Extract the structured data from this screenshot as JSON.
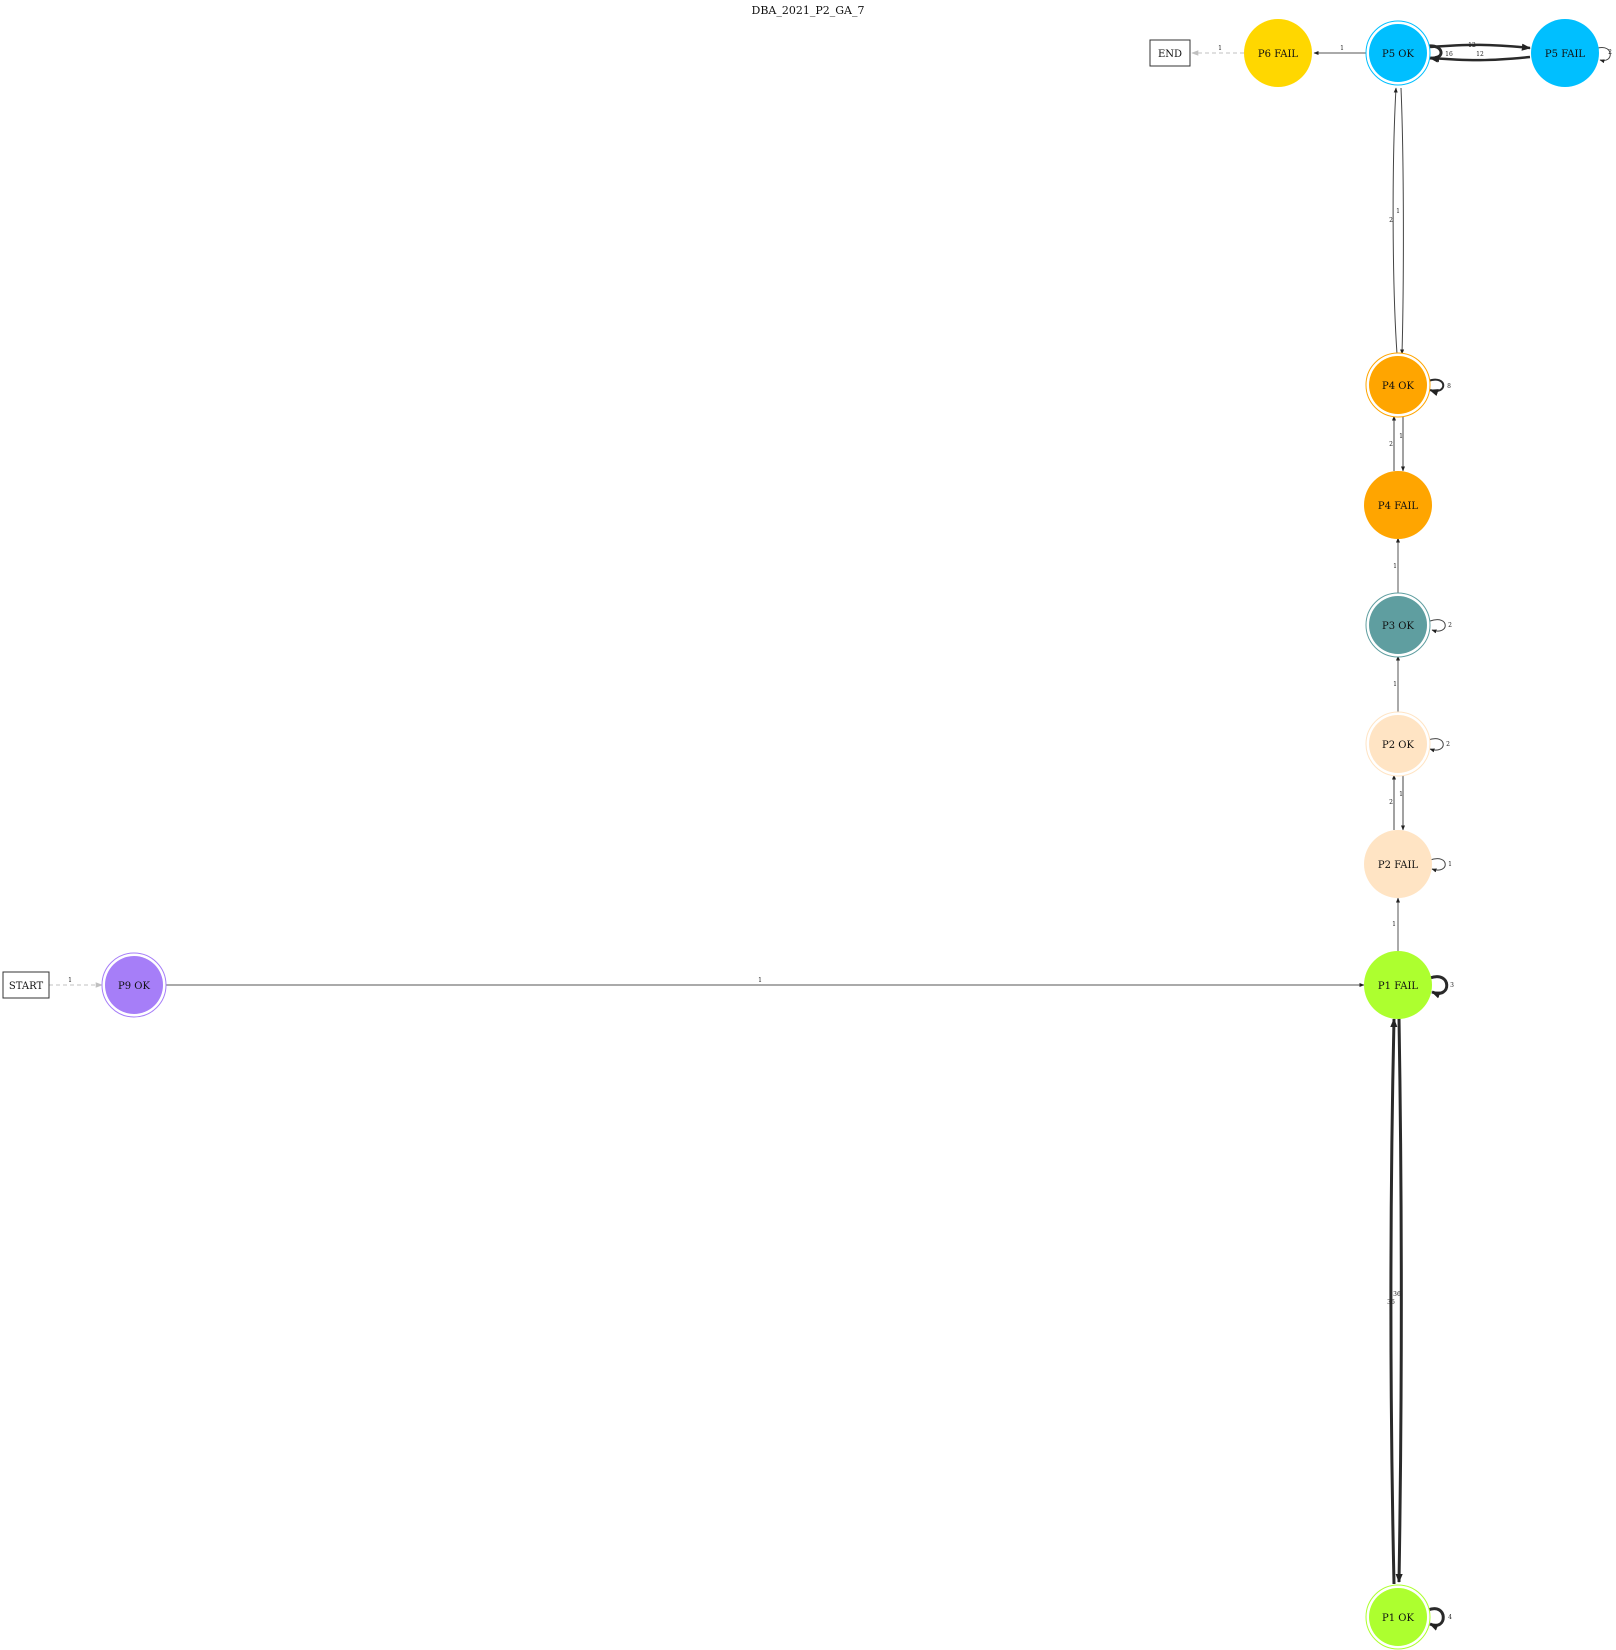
{
  "title": "DBA_2021_P2_GA_7",
  "terminals": {
    "start": "START",
    "end": "END"
  },
  "nodes": {
    "p9ok": {
      "label": "P9 OK",
      "color": "#a67ef8",
      "double": true
    },
    "p1fail": {
      "label": "P1 FAIL",
      "color": "#adff2f",
      "double": false
    },
    "p1ok": {
      "label": "P1 OK",
      "color": "#adff2f",
      "double": true
    },
    "p2fail": {
      "label": "P2 FAIL",
      "color": "#ffe4c4",
      "double": false
    },
    "p2ok": {
      "label": "P2 OK",
      "color": "#ffe4c4",
      "double": true
    },
    "p3ok": {
      "label": "P3 OK",
      "color": "#5f9ea0",
      "double": true
    },
    "p4fail": {
      "label": "P4 FAIL",
      "color": "#ffa500",
      "double": false
    },
    "p4ok": {
      "label": "P4 OK",
      "color": "#ffa500",
      "double": true
    },
    "p5ok": {
      "label": "P5 OK",
      "color": "#00bfff",
      "double": true
    },
    "p5fail": {
      "label": "P5 FAIL",
      "color": "#00bfff",
      "double": false
    },
    "p6fail": {
      "label": "P6 FAIL",
      "color": "#ffd700",
      "double": false
    }
  },
  "edges": {
    "start_p9ok": {
      "label": "1"
    },
    "p9ok_p1fail": {
      "label": "1"
    },
    "p1fail_p1ok": {
      "label": "36"
    },
    "p1ok_p1fail": {
      "label": "36"
    },
    "p1fail_self": {
      "label": "3"
    },
    "p1ok_self": {
      "label": "4"
    },
    "p1fail_p2fail": {
      "label": "1"
    },
    "p2fail_self": {
      "label": "1"
    },
    "p2fail_p2ok": {
      "label": "2"
    },
    "p2ok_p2fail": {
      "label": "1"
    },
    "p2ok_self": {
      "label": "2"
    },
    "p2ok_p3ok": {
      "label": "1"
    },
    "p3ok_self": {
      "label": "2"
    },
    "p3ok_p4fail": {
      "label": "1"
    },
    "p4fail_p4ok": {
      "label": "2"
    },
    "p4ok_p4fail": {
      "label": "1"
    },
    "p4ok_self": {
      "label": "8"
    },
    "p4ok_p5ok": {
      "label": "2"
    },
    "p5ok_p4ok": {
      "label": "1"
    },
    "p5ok_self": {
      "label": "16"
    },
    "p5ok_p5fail": {
      "label": "12"
    },
    "p5fail_p5ok": {
      "label": "12"
    },
    "p5fail_self": {
      "label": "2"
    },
    "p5ok_p6fail": {
      "label": "1"
    },
    "p6fail_end": {
      "label": "1"
    }
  }
}
